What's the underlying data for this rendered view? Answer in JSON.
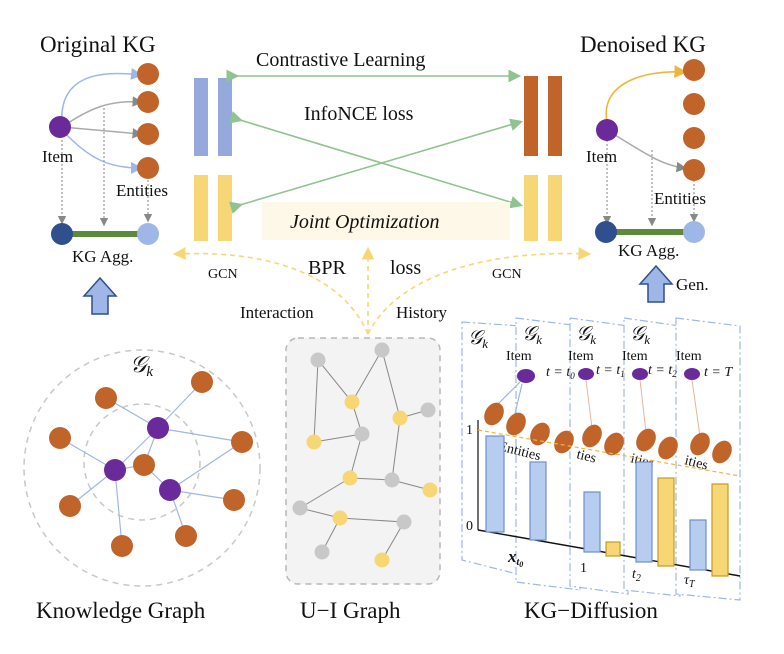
{
  "labels": {
    "original_kg": "Original KG",
    "denoised_kg": "Denoised KG",
    "contrastive": "Contrastive Learning",
    "infonce": "InfoNCE loss",
    "joint": "Joint Optimization",
    "bpr": "BPR",
    "loss": "loss",
    "gcn": "GCN",
    "interaction": "Interaction",
    "history": "History",
    "item": "Item",
    "entities": "Entities",
    "kg_agg": "KG Agg.",
    "gen": "Gen.",
    "gk": "𝒢",
    "gk_sub": "k",
    "knowledge_graph": "Knowledge Graph",
    "ui_graph": "U−I Graph",
    "kg_diffusion": "KG−Diffusion",
    "one": "1",
    "zero": "0"
  },
  "diffusion_steps": [
    {
      "t": "t = t",
      "sub": "0",
      "axis": "x",
      "axis_sub": "t",
      "axis_subsub": "0"
    },
    {
      "t": "t = t",
      "sub": "1",
      "axis": "1"
    },
    {
      "t": "t = t",
      "sub": "2",
      "axis": "t",
      "axis_sub": "2"
    },
    {
      "t": "t = T",
      "sub": "",
      "axis": "τ",
      "axis_sub": "T"
    }
  ],
  "colors": {
    "orange": "#c0642a",
    "purple": "#6a2a9a",
    "navy": "#2f4f8f",
    "lightblue": "#9fb7e6",
    "yellow": "#f7d775",
    "green": "#5a8a3a",
    "gray": "#c8c8c8"
  }
}
